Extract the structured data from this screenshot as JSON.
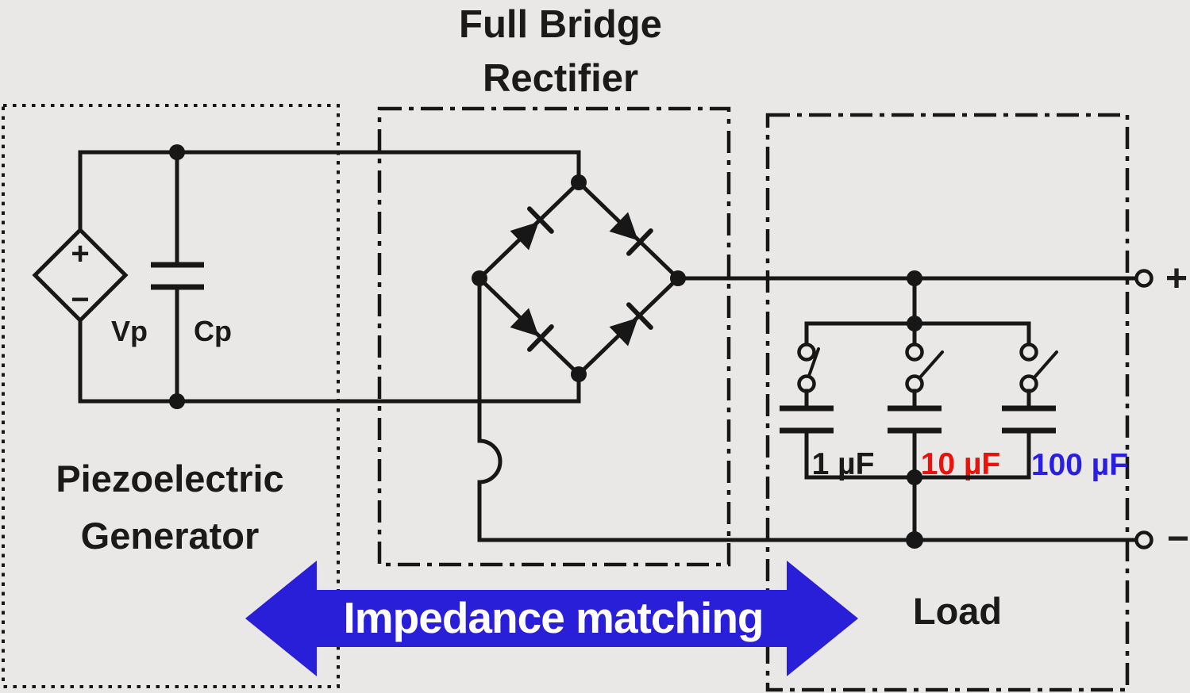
{
  "figure": {
    "type": "circuit-diagram",
    "description": "Piezoelectric energy harvesting circuit: piezoelectric generator feeding a full bridge rectifier with a switched capacitor load bank"
  },
  "colors": {
    "background": "#e9e8e6",
    "ink": "#171717",
    "arrow_blue": "#2a1fd9",
    "arrow_text": "#ffffff",
    "cap1_label": "#1a1a1a",
    "cap2_label": "#ea1209",
    "cap3_label": "#2a1fe0"
  },
  "rectifier": {
    "title_line1": "Full Bridge",
    "title_line2": "Rectifier"
  },
  "generator": {
    "title_line1": "Piezoelectric",
    "title_line2": "Generator",
    "source_label": "Vp",
    "source_plus": "+",
    "source_minus": "−",
    "capacitor_label": "Cp"
  },
  "load": {
    "title": "Load",
    "capacitors": [
      {
        "value": "1 µF",
        "color": "#1a1a1a",
        "switch_state": "closed"
      },
      {
        "value": "10 µF",
        "color": "#ea1209",
        "switch_state": "open"
      },
      {
        "value": "100 µF",
        "color": "#2a1fe0",
        "switch_state": "open"
      }
    ]
  },
  "output_terminals": {
    "plus": "+",
    "minus": "−"
  },
  "impedance_arrow": {
    "label": "Impedance matching"
  }
}
